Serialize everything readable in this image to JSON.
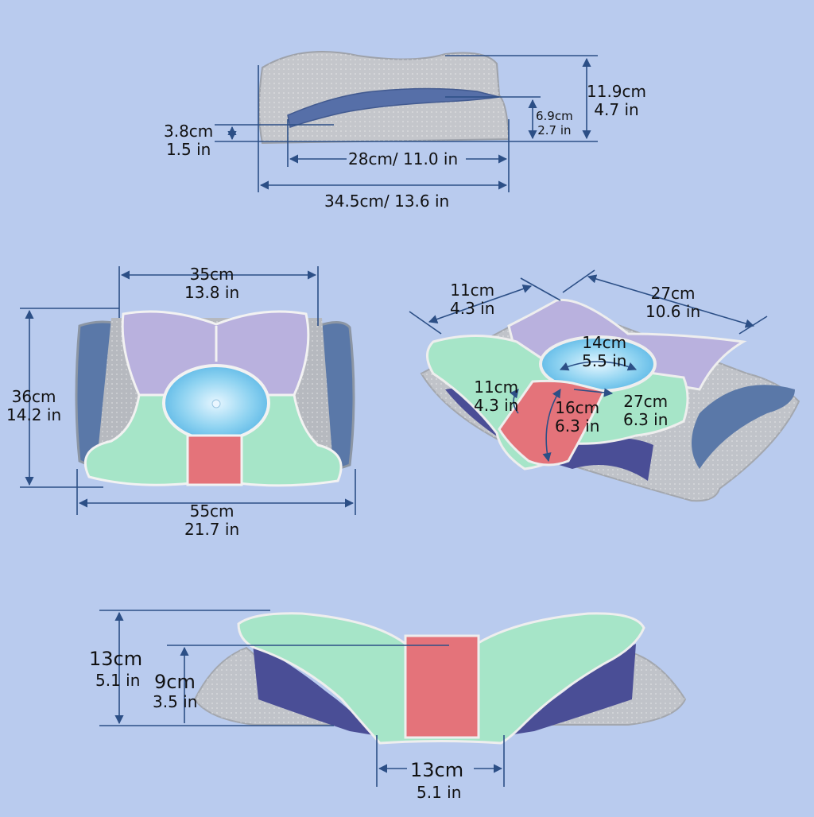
{
  "colors": {
    "background": "#b9cbee",
    "foam_gray": "#bfc2c8",
    "foam_blue": "#5a78a8",
    "foam_navy": "#4a4e96",
    "zone_purple": "#b9b1de",
    "zone_green": "#a6e5c8",
    "zone_blue": "#6ec6ea",
    "zone_red": "#e4737a",
    "dimension_line": "#2c4f86"
  },
  "side_view": {
    "total_height": {
      "cm": "11.9cm",
      "in": "4.7 in"
    },
    "inner_height": {
      "cm": "6.9cm",
      "in": "2.7 in"
    },
    "front_height": {
      "cm": "3.8cm",
      "in": "1.5 in"
    },
    "inner_length": "28cm/ 11.0 in",
    "total_length": "34.5cm/ 13.6 in"
  },
  "top_view": {
    "top_width": {
      "cm": "35cm",
      "in": "13.8 in"
    },
    "depth": {
      "cm": "36cm",
      "in": "14.2 in"
    },
    "total_width": {
      "cm": "55cm",
      "in": "21.7 in"
    }
  },
  "angled_view": {
    "wing_depth": {
      "cm": "11cm",
      "in": "4.3 in"
    },
    "back_width": {
      "cm": "27cm",
      "in": "10.6 in"
    },
    "center_oval": {
      "cm": "14cm",
      "in": "5.5 in"
    },
    "left_zone": {
      "cm": "11cm",
      "in": "4.3 in"
    },
    "red_zone": {
      "cm": "16cm",
      "in": "6.3 in"
    },
    "right_zone": {
      "cm": "27cm",
      "in": "6.3 in"
    }
  },
  "front_view": {
    "total_height": {
      "cm": "13cm",
      "in": "5.1 in"
    },
    "center_height": {
      "cm": "9cm",
      "in": "3.5 in"
    },
    "neck_width": {
      "cm": "13cm",
      "in": "5.1 in"
    }
  }
}
